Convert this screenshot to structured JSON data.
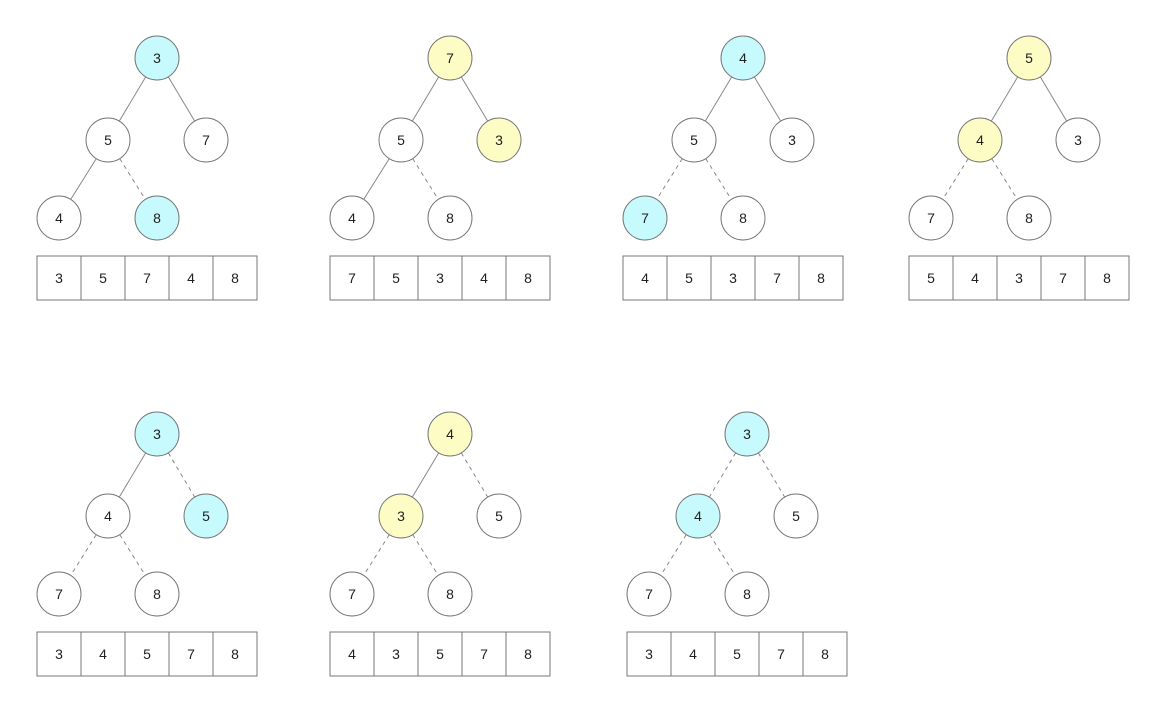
{
  "colors": {
    "background": "#ffffff",
    "node_default": "#ffffff",
    "node_cyan": "#c6fafc",
    "node_yellow": "#fcfcc4",
    "stroke": "#777777",
    "edge": "#888888",
    "text": "#222222"
  },
  "edge_styles": [
    "solid",
    "dashed"
  ],
  "steps": [
    {
      "nodes": [
        {
          "label": "3",
          "color": "cyan"
        },
        {
          "label": "5",
          "color": "default"
        },
        {
          "label": "7",
          "color": "default"
        },
        {
          "label": "4",
          "color": "default"
        },
        {
          "label": "8",
          "color": "cyan"
        }
      ],
      "edges": [
        [
          0,
          1,
          "solid"
        ],
        [
          0,
          2,
          "solid"
        ],
        [
          1,
          3,
          "solid"
        ],
        [
          1,
          4,
          "dashed"
        ]
      ],
      "array": [
        "3",
        "5",
        "7",
        "4",
        "8"
      ]
    },
    {
      "nodes": [
        {
          "label": "7",
          "color": "yellow"
        },
        {
          "label": "5",
          "color": "default"
        },
        {
          "label": "3",
          "color": "yellow"
        },
        {
          "label": "4",
          "color": "default"
        },
        {
          "label": "8",
          "color": "default"
        }
      ],
      "edges": [
        [
          0,
          1,
          "solid"
        ],
        [
          0,
          2,
          "solid"
        ],
        [
          1,
          3,
          "solid"
        ],
        [
          1,
          4,
          "dashed"
        ]
      ],
      "array": [
        "7",
        "5",
        "3",
        "4",
        "8"
      ]
    },
    {
      "nodes": [
        {
          "label": "4",
          "color": "cyan"
        },
        {
          "label": "5",
          "color": "default"
        },
        {
          "label": "3",
          "color": "default"
        },
        {
          "label": "7",
          "color": "cyan"
        },
        {
          "label": "8",
          "color": "default"
        }
      ],
      "edges": [
        [
          0,
          1,
          "solid"
        ],
        [
          0,
          2,
          "solid"
        ],
        [
          1,
          3,
          "dashed"
        ],
        [
          1,
          4,
          "dashed"
        ]
      ],
      "array": [
        "4",
        "5",
        "3",
        "7",
        "8"
      ]
    },
    {
      "nodes": [
        {
          "label": "5",
          "color": "yellow"
        },
        {
          "label": "4",
          "color": "yellow"
        },
        {
          "label": "3",
          "color": "default"
        },
        {
          "label": "7",
          "color": "default"
        },
        {
          "label": "8",
          "color": "default"
        }
      ],
      "edges": [
        [
          0,
          1,
          "solid"
        ],
        [
          0,
          2,
          "solid"
        ],
        [
          1,
          3,
          "dashed"
        ],
        [
          1,
          4,
          "dashed"
        ]
      ],
      "array": [
        "5",
        "4",
        "3",
        "7",
        "8"
      ]
    },
    {
      "nodes": [
        {
          "label": "3",
          "color": "cyan"
        },
        {
          "label": "4",
          "color": "default"
        },
        {
          "label": "5",
          "color": "cyan"
        },
        {
          "label": "7",
          "color": "default"
        },
        {
          "label": "8",
          "color": "default"
        }
      ],
      "edges": [
        [
          0,
          1,
          "solid"
        ],
        [
          0,
          2,
          "dashed"
        ],
        [
          1,
          3,
          "dashed"
        ],
        [
          1,
          4,
          "dashed"
        ]
      ],
      "array": [
        "3",
        "4",
        "5",
        "7",
        "8"
      ]
    },
    {
      "nodes": [
        {
          "label": "4",
          "color": "yellow"
        },
        {
          "label": "3",
          "color": "yellow"
        },
        {
          "label": "5",
          "color": "default"
        },
        {
          "label": "7",
          "color": "default"
        },
        {
          "label": "8",
          "color": "default"
        }
      ],
      "edges": [
        [
          0,
          1,
          "solid"
        ],
        [
          0,
          2,
          "dashed"
        ],
        [
          1,
          3,
          "dashed"
        ],
        [
          1,
          4,
          "dashed"
        ]
      ],
      "array": [
        "4",
        "3",
        "5",
        "7",
        "8"
      ]
    },
    {
      "nodes": [
        {
          "label": "3",
          "color": "cyan"
        },
        {
          "label": "4",
          "color": "cyan"
        },
        {
          "label": "5",
          "color": "default"
        },
        {
          "label": "7",
          "color": "default"
        },
        {
          "label": "8",
          "color": "default"
        }
      ],
      "edges": [
        [
          0,
          1,
          "dashed"
        ],
        [
          0,
          2,
          "dashed"
        ],
        [
          1,
          3,
          "dashed"
        ],
        [
          1,
          4,
          "dashed"
        ]
      ],
      "array": [
        "3",
        "4",
        "5",
        "7",
        "8"
      ]
    }
  ]
}
